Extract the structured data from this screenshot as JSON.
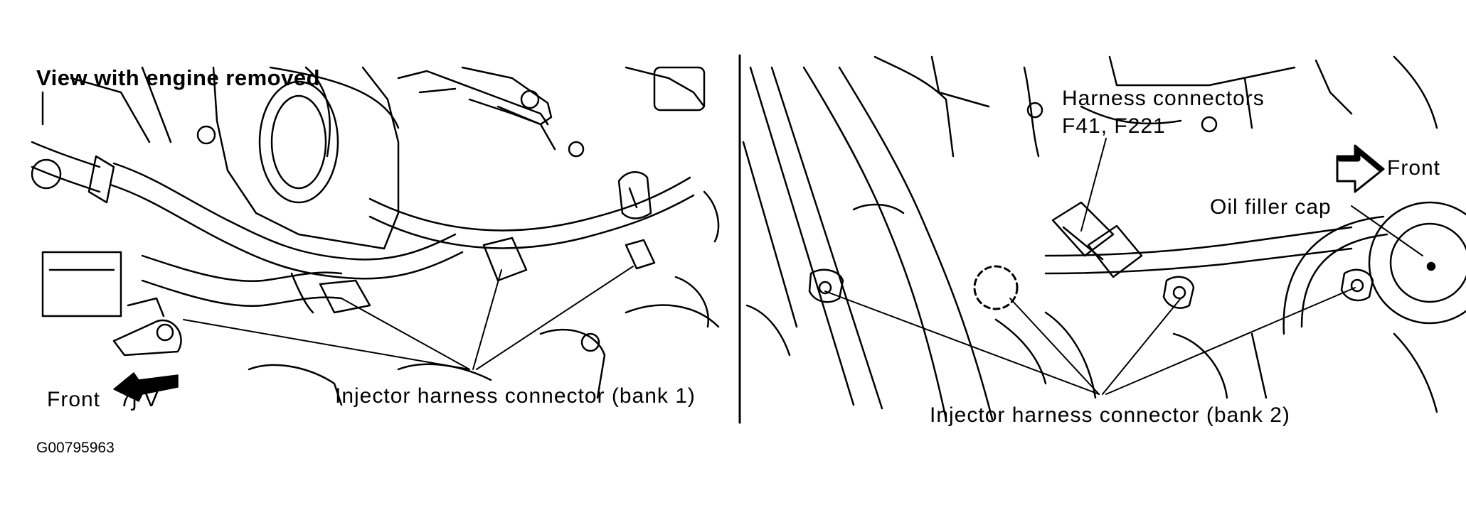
{
  "left_panel": {
    "heading": "View with engine removed",
    "front_label": "Front",
    "stamp": "7ʃ V",
    "callout": "Injector harness connector (bank 1)"
  },
  "right_panel": {
    "harness_title": "Harness connectors",
    "harness_ids": "F41, F221",
    "front_label": "Front",
    "oil_cap_label": "Oil filler cap",
    "callout": "Injector harness connector (bank 2)"
  },
  "figure_id": "G00795963"
}
